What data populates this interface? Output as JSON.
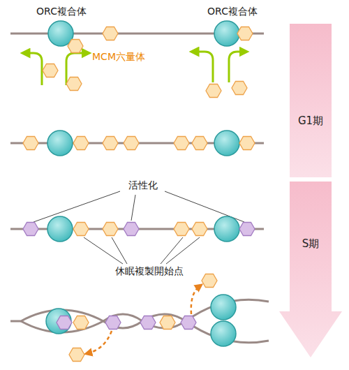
{
  "diagram": {
    "nodes": [
      {
        "text": [
          "G1期"
        ]
      },
      {
        "text": [
          "S期"
        ]
      }
    ],
    "labels": [
      "ORC複合体",
      "ORC複合体",
      "MCM六量体",
      "活性化",
      "休眠複製開始点"
    ]
  }
}
